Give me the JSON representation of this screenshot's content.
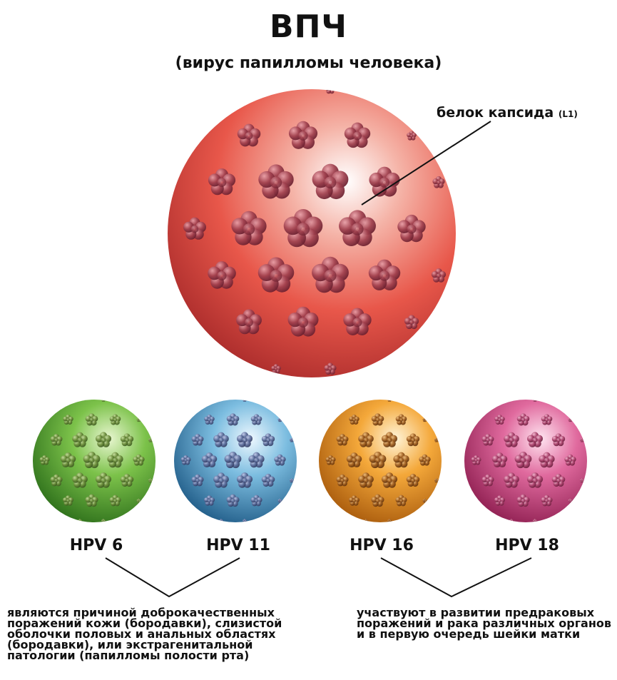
{
  "header": {
    "title": "ВПЧ",
    "subtitle": "(вирус папилломы человека)"
  },
  "callout": {
    "label": "белок капсида",
    "tag": "(L1)"
  },
  "types": [
    {
      "name": "HPV 6",
      "color": "#5aa63a"
    },
    {
      "name": "HPV 11",
      "color": "#5aa0c8"
    },
    {
      "name": "HPV 16",
      "color": "#e8921e"
    },
    {
      "name": "HPV 18",
      "color": "#d24c86"
    }
  ],
  "groups": {
    "benign": "являются причиной доброкачественных поражений кожи (бородавки), слизистой оболочки половых и анальных областях (бородавки), или экстрагенитальной патологии (папилломы полости рта)",
    "malignant": "участвуют в развитии предраковых поражений и рака различных органов и в первую очередь шейки матки"
  },
  "colors": {
    "main_virion": "#e8574a",
    "capsomer": "#9e3a4e"
  }
}
